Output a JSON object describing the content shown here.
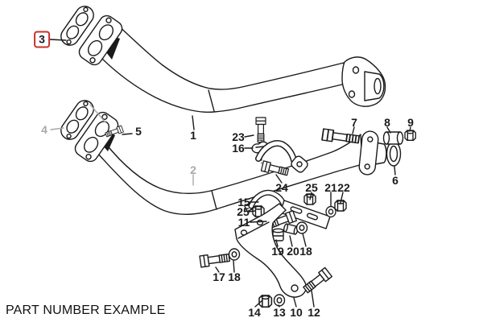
{
  "caption": "PART NUMBER EXAMPLE",
  "colors": {
    "ink": "#1a1a1a",
    "dimmed": "#a8a8a8",
    "highlight": "#c9302c",
    "background": "#ffffff"
  },
  "figure_type": "exploded-parts-diagram",
  "callouts": [
    {
      "label": "1"
    },
    {
      "label": "2",
      "dimmed": true
    },
    {
      "label": "3",
      "highlighted": true
    },
    {
      "label": "4",
      "dimmed": true
    },
    {
      "label": "5"
    },
    {
      "label": "6"
    },
    {
      "label": "7"
    },
    {
      "label": "8"
    },
    {
      "label": "9"
    },
    {
      "label": "10"
    },
    {
      "label": "11"
    },
    {
      "label": "12"
    },
    {
      "label": "13"
    },
    {
      "label": "14"
    },
    {
      "label": "15"
    },
    {
      "label": "16"
    },
    {
      "label": "17"
    },
    {
      "label": "18"
    },
    {
      "label": "18"
    },
    {
      "label": "19"
    },
    {
      "label": "20"
    },
    {
      "label": "21"
    },
    {
      "label": "22"
    },
    {
      "label": "23"
    },
    {
      "label": "24"
    },
    {
      "label": "25"
    },
    {
      "label": "25"
    }
  ]
}
